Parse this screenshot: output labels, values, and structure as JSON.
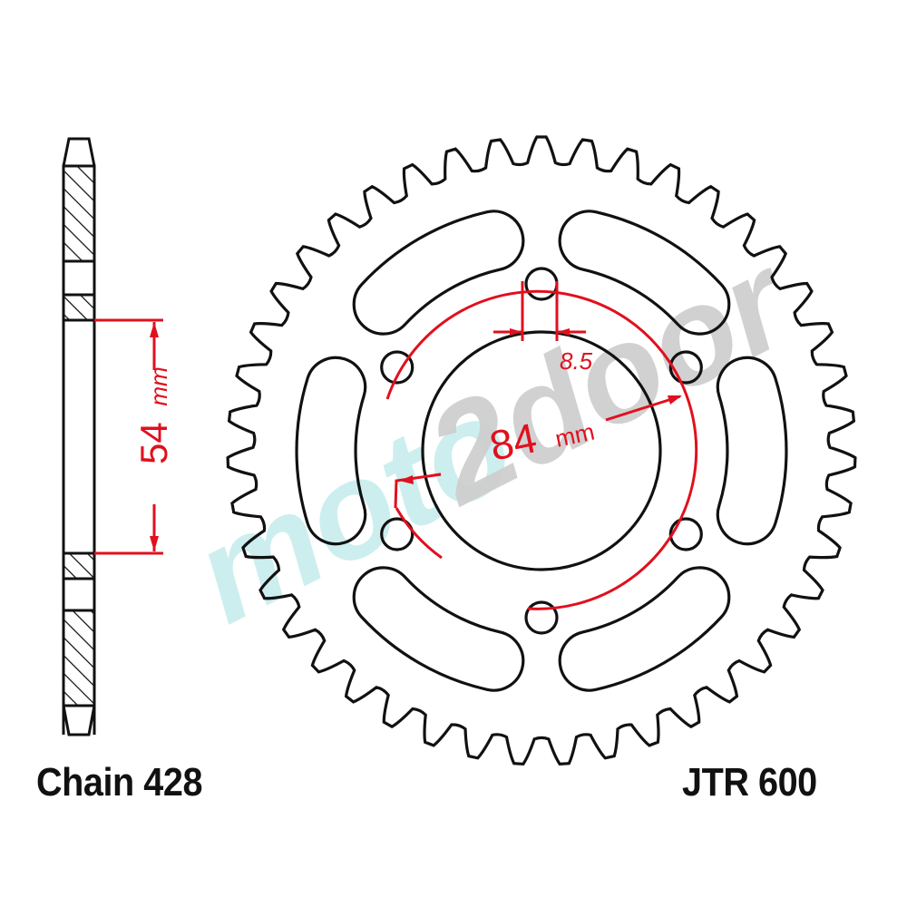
{
  "labels": {
    "chain": "Chain 428",
    "part_number": "JTR 600"
  },
  "dimensions": {
    "hub_offset": {
      "value": "54",
      "unit": "mm"
    },
    "bolt_circle": {
      "value": "84",
      "unit": "mm"
    },
    "bolt_hole": {
      "value": "8.5"
    }
  },
  "sprocket": {
    "teeth": 43,
    "bolt_holes": 6,
    "lightening_slots": 6
  },
  "watermark": {
    "text_part1": "moto",
    "text_part2": "2door",
    "color_part1": "#cdeeee",
    "color_part2": "#cfcfcf"
  },
  "colors": {
    "outline": "#111111",
    "dimension": "#e0101e",
    "background": "#ffffff"
  }
}
